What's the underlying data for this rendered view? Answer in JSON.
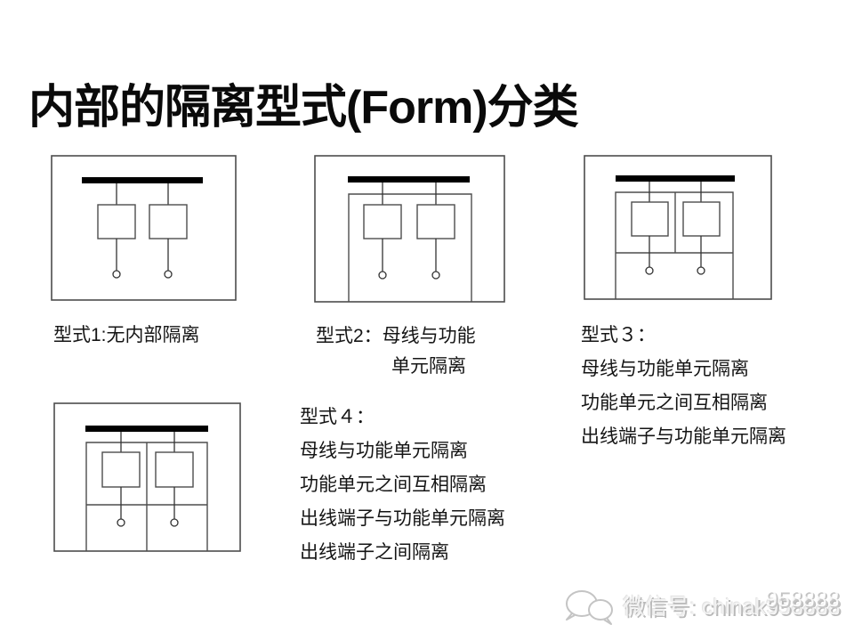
{
  "slide": {
    "title": "内部的隔离型式(Form)分类"
  },
  "forms": [
    {
      "name": "form-1",
      "caption_lines": [
        "型式1:无内部隔离"
      ]
    },
    {
      "name": "form-2",
      "caption_lines": [
        "型式2：母线与功能",
        "单元隔离"
      ]
    },
    {
      "name": "form-3",
      "caption_lines": [
        "型式３：",
        "母线与功能单元隔离",
        "功能单元之间互相隔离",
        "出线端子与功能单元隔离"
      ]
    },
    {
      "name": "form-4",
      "caption_lines": [
        "型式４：",
        "母线与功能单元隔离",
        "功能单元之间互相隔离",
        "出线端子与功能单元隔离",
        "出线端子之间隔离"
      ]
    }
  ],
  "watermark": {
    "icon": "wechat-icon",
    "text": "微信号: chinak958888",
    "echo": "958888"
  },
  "colors": {
    "background": "#ffffff",
    "text": "#0a0a0a",
    "diagram_outline": "#4d4d4d",
    "busbar": "#000000",
    "watermark": "#c6c6c6"
  }
}
